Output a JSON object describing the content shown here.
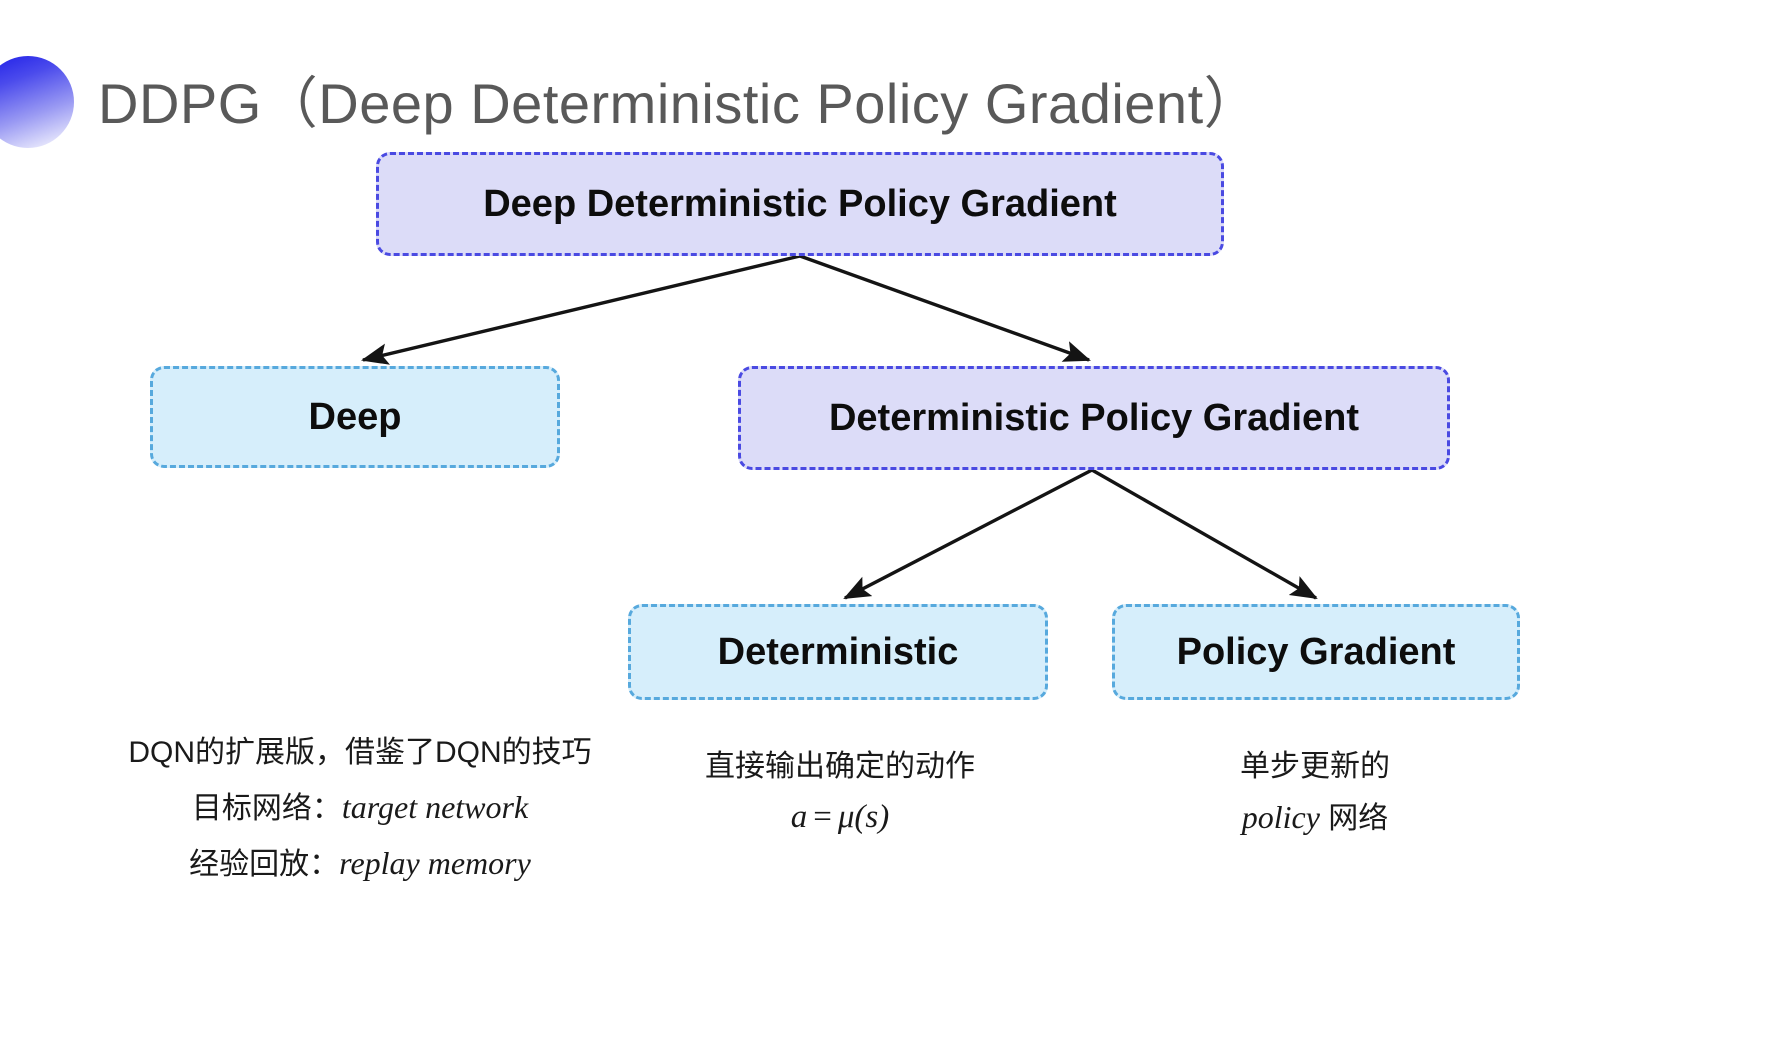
{
  "slide": {
    "title": "DDPG（Deep Deterministic Policy Gradient）",
    "background_color": "#ffffff"
  },
  "colors": {
    "title_text": "#595959",
    "purple_fill": "#dcdcf8",
    "purple_border": "#4a4ae2",
    "blue_fill": "#d6eefb",
    "blue_border": "#57a9dd",
    "arrow": "#1a1a1a",
    "decoration_gradient_from": "#1d1de8",
    "decoration_gradient_to": "#ffffff"
  },
  "diagram": {
    "type": "tree",
    "nodes": [
      {
        "id": "root",
        "label": "Deep Deterministic Policy Gradient",
        "style": "purple"
      },
      {
        "id": "deep",
        "label": "Deep",
        "style": "blue"
      },
      {
        "id": "dpg",
        "label": "Deterministic Policy Gradient",
        "style": "purple"
      },
      {
        "id": "det",
        "label": "Deterministic",
        "style": "blue"
      },
      {
        "id": "pg",
        "label": "Policy Gradient",
        "style": "blue"
      }
    ],
    "edges": [
      {
        "from": "root",
        "to": "deep"
      },
      {
        "from": "root",
        "to": "dpg"
      },
      {
        "from": "dpg",
        "to": "det"
      },
      {
        "from": "dpg",
        "to": "pg"
      }
    ]
  },
  "annotations": {
    "deep": {
      "line1": "DQN的扩展版，借鉴了DQN的技巧",
      "line2_label": "目标网络：",
      "line2_term": "target network",
      "line3_label": "经验回放：",
      "line3_term": "replay memory"
    },
    "deterministic": {
      "line1": "直接输出确定的动作",
      "formula_lhs": "a",
      "formula_op": "=",
      "formula_rhs": "μ(s)"
    },
    "policy_gradient": {
      "line1": "单步更新的",
      "line2_term": "policy",
      "line2_suffix": " 网络"
    }
  }
}
